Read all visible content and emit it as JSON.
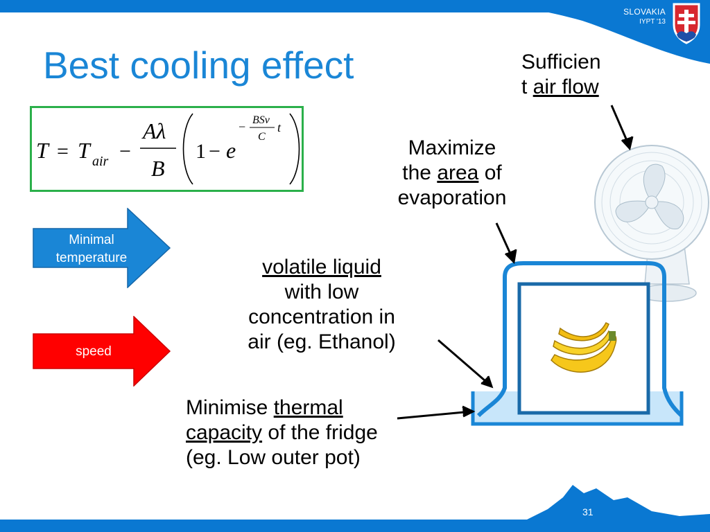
{
  "header": {
    "country": "SLOVAKIA",
    "event": "IYPT '13",
    "brand_color": "#0a78d2"
  },
  "title": "Best cooling effect",
  "formula": {
    "lhs": "T",
    "t_air_base": "T",
    "t_air_sub": "air",
    "numerator": "Aλ",
    "denominator": "B",
    "one": "1",
    "minus": "−",
    "equals": "=",
    "e": "e",
    "exp_num": "BSv",
    "exp_den": "C",
    "exp_t": "t"
  },
  "arrows": {
    "minimal": {
      "label_line1": "Minimal",
      "label_line2": "temperature",
      "color": "#1a86d6"
    },
    "speed": {
      "label": "speed",
      "color": "#ff0000"
    }
  },
  "labels": {
    "airflow": {
      "line1": "Sufficien",
      "line2_prefix": "t ",
      "line2_underlined": "air flow"
    },
    "maximize": {
      "line1": "Maximize",
      "line2_prefix": "the ",
      "line2_underlined": "area",
      "line2_suffix": " of",
      "line3": "evaporation"
    },
    "volatile": {
      "line1_underlined": "volatile liquid",
      "line2": "with low",
      "line3": "concentration in",
      "line4": "air (eg. Ethanol)"
    },
    "minimise": {
      "line1_prefix": "Minimise ",
      "line1_underlined": "thermal",
      "line2_underlined": "capacity",
      "line2_suffix": " of the fridge",
      "line3": "(eg. Low outer pot)"
    }
  },
  "footer": {
    "page_number": "31"
  }
}
